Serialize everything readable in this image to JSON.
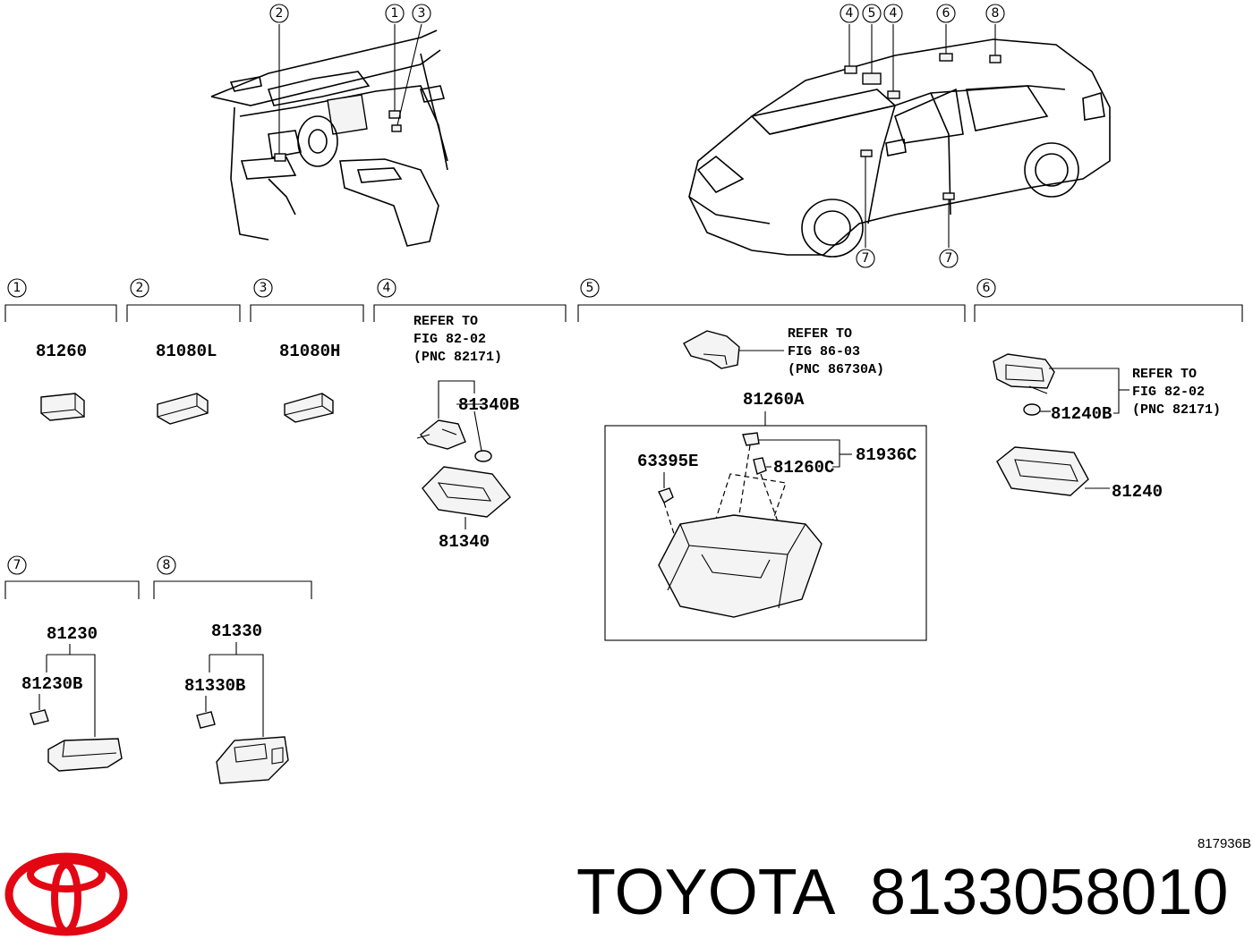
{
  "callouts_top_left": [
    "2",
    "1",
    "3"
  ],
  "callouts_top_right": [
    "4",
    "5",
    "4",
    "6",
    "8"
  ],
  "callouts_car_bottom": [
    "7",
    "7"
  ],
  "sections": [
    {
      "num": "1"
    },
    {
      "num": "2"
    },
    {
      "num": "3"
    },
    {
      "num": "4"
    },
    {
      "num": "5"
    },
    {
      "num": "6"
    },
    {
      "num": "7"
    },
    {
      "num": "8"
    }
  ],
  "parts": {
    "p81260": "81260",
    "p81080L": "81080L",
    "p81080H": "81080H",
    "p81340B": "81340B",
    "p81340": "81340",
    "p81260A": "81260A",
    "p63395E": "63395E",
    "p81260C": "81260C",
    "p81936C": "81936C",
    "p81240B": "81240B",
    "p81240": "81240",
    "p81230": "81230",
    "p81230B": "81230B",
    "p81330": "81330",
    "p81330B": "81330B"
  },
  "refs": {
    "s4": [
      "REFER TO",
      "FIG 82-02",
      "(PNC 82171)"
    ],
    "s5": [
      "REFER TO",
      "FIG 86-03",
      "(PNC 86730A)"
    ],
    "s6": [
      "REFER TO",
      "FIG 82-02",
      "(PNC 82171)"
    ]
  },
  "diagram_code": "817936B",
  "brand": {
    "name": "TOYOTA",
    "part_number": "8133058010",
    "logo_color": "#e30613"
  }
}
